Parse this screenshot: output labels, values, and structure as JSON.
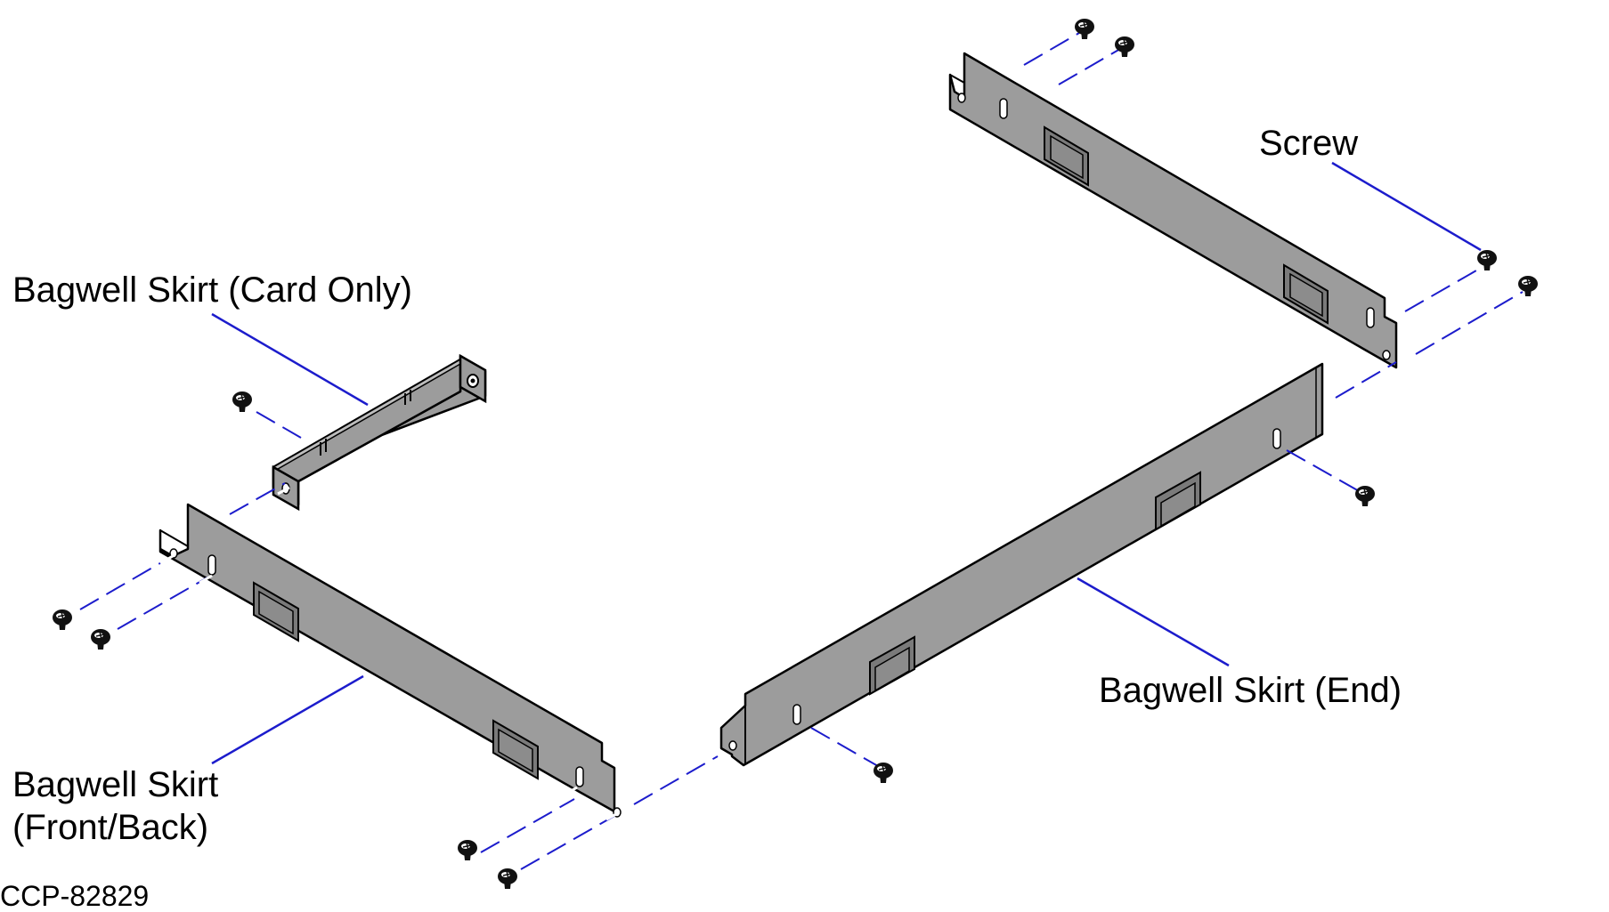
{
  "labels": {
    "screw": "Screw",
    "card_only": "Bagwell Skirt (Card Only)",
    "front_back_line1": "Bagwell Skirt",
    "front_back_line2": "(Front/Back)",
    "end": "Bagwell Skirt (End)"
  },
  "document_id": "CCP-82829",
  "colors": {
    "leader": "#1c1ccc",
    "panel_fill": "#9c9c9c",
    "panel_stroke": "#000000",
    "screw": "#111111"
  },
  "icons": {
    "screw": "screw-icon"
  }
}
